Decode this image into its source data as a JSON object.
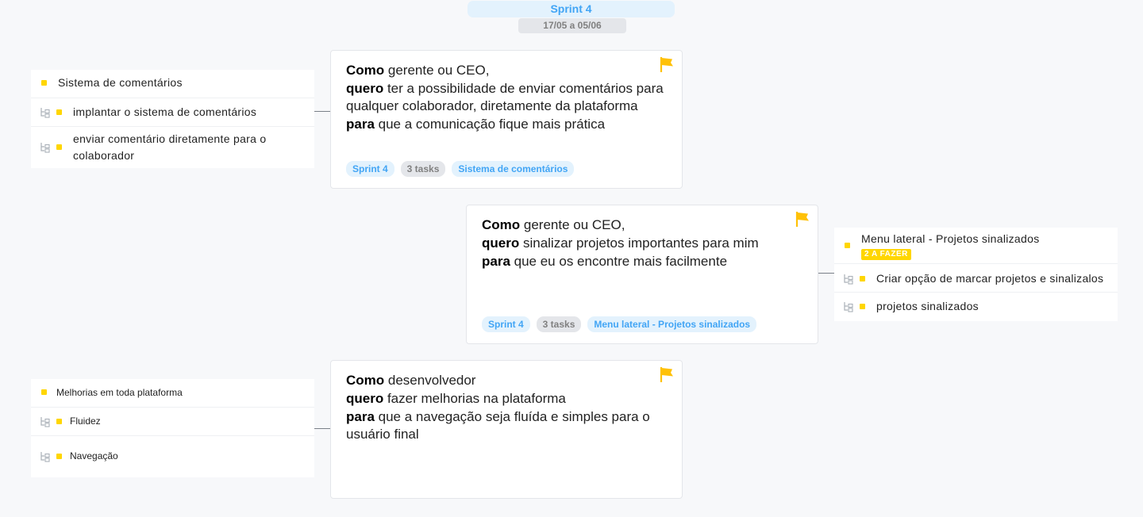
{
  "sprint": {
    "title": "Sprint 4",
    "dates": "17/05 a 05/06"
  },
  "stories": [
    {
      "lines": [
        {
          "kw": "Como",
          "text": " gerente ou CEO,"
        },
        {
          "kw": "quero",
          "text": " ter a possibilidade de enviar comentários para qualquer colaborador, diretamente da plataforma"
        },
        {
          "kw": "para",
          "text": " que a comunicação fique mais prática"
        }
      ],
      "tags": {
        "sprint": "Sprint 4",
        "tasks": "3 tasks",
        "epic": "Sistema de comentários"
      }
    },
    {
      "lines": [
        {
          "kw": "Como",
          "text": " gerente ou CEO,"
        },
        {
          "kw": "quero",
          "text": " sinalizar projetos importantes para mim"
        },
        {
          "kw": "para",
          "text": " que eu os encontre mais facilmente"
        }
      ],
      "tags": {
        "sprint": "Sprint 4",
        "tasks": "3 tasks",
        "epic": "Menu lateral - Projetos sinalizados"
      }
    },
    {
      "lines": [
        {
          "kw": "Como",
          "text": " desenvolvedor"
        },
        {
          "kw": "quero",
          "text": " fazer melhorias na plataforma"
        },
        {
          "kw": "para",
          "text": " que a navegação seja fluída e simples para o usuário final"
        }
      ]
    }
  ],
  "tasks": [
    {
      "parent": "Sistema de comentários",
      "subtasks": [
        "implantar o sistema de comentários",
        "enviar comentário diretamente para o colaborador"
      ]
    },
    {
      "parent": "Menu lateral - Projetos sinalizados",
      "status": "2 A FAZER",
      "subtasks": [
        "Criar opção de marcar projetos e sinalizalos",
        "projetos sinalizados"
      ]
    },
    {
      "parent": "Melhorias em toda plataforma",
      "subtasks": [
        "Fluidez",
        "Navegação"
      ]
    }
  ],
  "icons": {
    "flag": "flag-icon",
    "subtask": "subtask-icon"
  },
  "colors": {
    "accent_blue": "#42a5f5",
    "flag_yellow": "#ffc107",
    "dot_yellow": "#ffd600"
  }
}
